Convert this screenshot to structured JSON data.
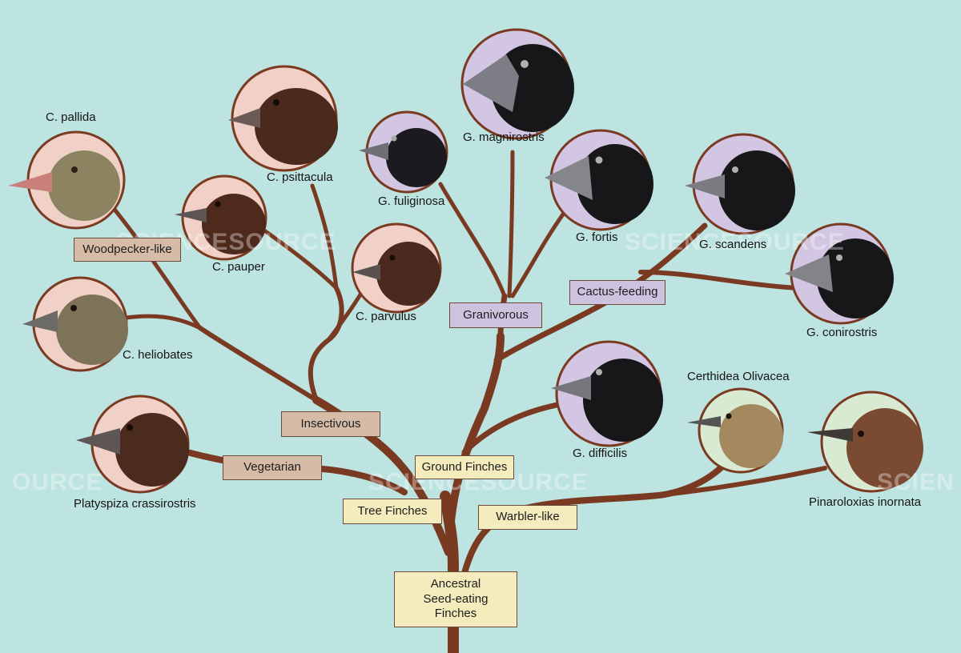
{
  "colors": {
    "background": "#bde4e1",
    "branch": "#7a3a22",
    "tree_finch_circle": "#f1d0c7",
    "ground_finch_circle": "#d2c6e2",
    "warbler_circle": "#d8ead2"
  },
  "root": {
    "label": "Ancestral\nSeed-eating\nFinches"
  },
  "groups": {
    "tree_finches": "Tree Finches",
    "ground_finches": "Ground Finches",
    "warbler_like": "Warbler-like",
    "insectivous": "Insectivous",
    "vegetarian": "Vegetarian",
    "woodpecker_like": "Woodpecker-like",
    "granivorous": "Granivorous",
    "cactus_feeding": "Cactus-feeding"
  },
  "species": {
    "c_pallida": "C. pallida",
    "c_psittacula": "C. psittacula",
    "c_pauper": "C. pauper",
    "c_parvulus": "C. parvulus",
    "c_heliobates": "C. heliobates",
    "platyspiza": "Platyspiza crassirostris",
    "g_fuliginosa": "G. fuliginosa",
    "g_magnirostris": "G. magnirostris",
    "g_fortis": "G. fortis",
    "g_scandens": "G. scandens",
    "g_conirostris": "G. conirostris",
    "g_difficilis": "G. difficilis",
    "certhidea": "Certhidea Olivacea",
    "pinaroloxias": "Pinaroloxias inornata"
  },
  "watermark": {
    "text_1": "SCIENCESOURCE",
    "text_2": "SCIENCESOURCE",
    "text_3": "SCIENCESOURCE",
    "text_4": "OURCE",
    "text_5": "SCIEN"
  }
}
